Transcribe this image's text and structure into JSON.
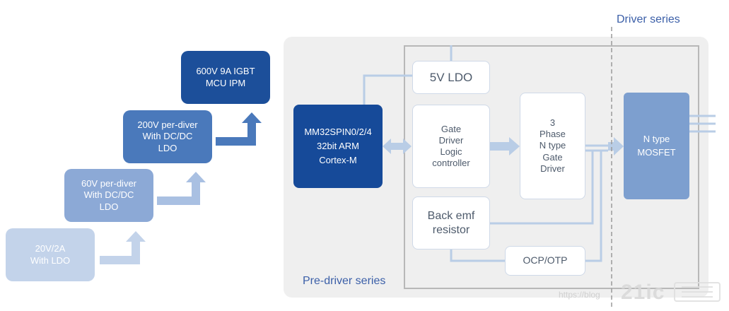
{
  "staircase": [
    {
      "id": "step-20v",
      "label": "20V/2A\nWith LDO",
      "color": "#c3d3ea"
    },
    {
      "id": "step-60v",
      "label": "60V per-diver\nWith DC/DC\nLDO",
      "color": "#8ca9d6"
    },
    {
      "id": "step-200v",
      "label": "200V per-diver\nWith DC/DC\nLDO",
      "color": "#4a79bb"
    },
    {
      "id": "step-600v",
      "label": "600V 9A IGBT\nMCU IPM",
      "color": "#1c4f9a"
    }
  ],
  "predriver": {
    "caption": "Pre-driver series",
    "mcu": "MM32SPIN0/2/4\n32bit ARM\nCortex-M",
    "ldo": "5V LDO",
    "gate_logic": "Gate\nDriver\nLogic\ncontroller",
    "phase_driver": "3\nPhase\nN type\nGate\nDriver",
    "back_emf": "Back emf\nresistor",
    "ocp": "OCP/OTP"
  },
  "driver": {
    "caption": "Driver series",
    "mosfet": "N type\nMOSFET"
  },
  "watermark": "https://blog",
  "colors": {
    "mcu": "#164a99",
    "mosfet": "#7d9fcf",
    "panel": "#efefef",
    "arrow": "#b9cde6",
    "caption": "#3b5fa8"
  }
}
